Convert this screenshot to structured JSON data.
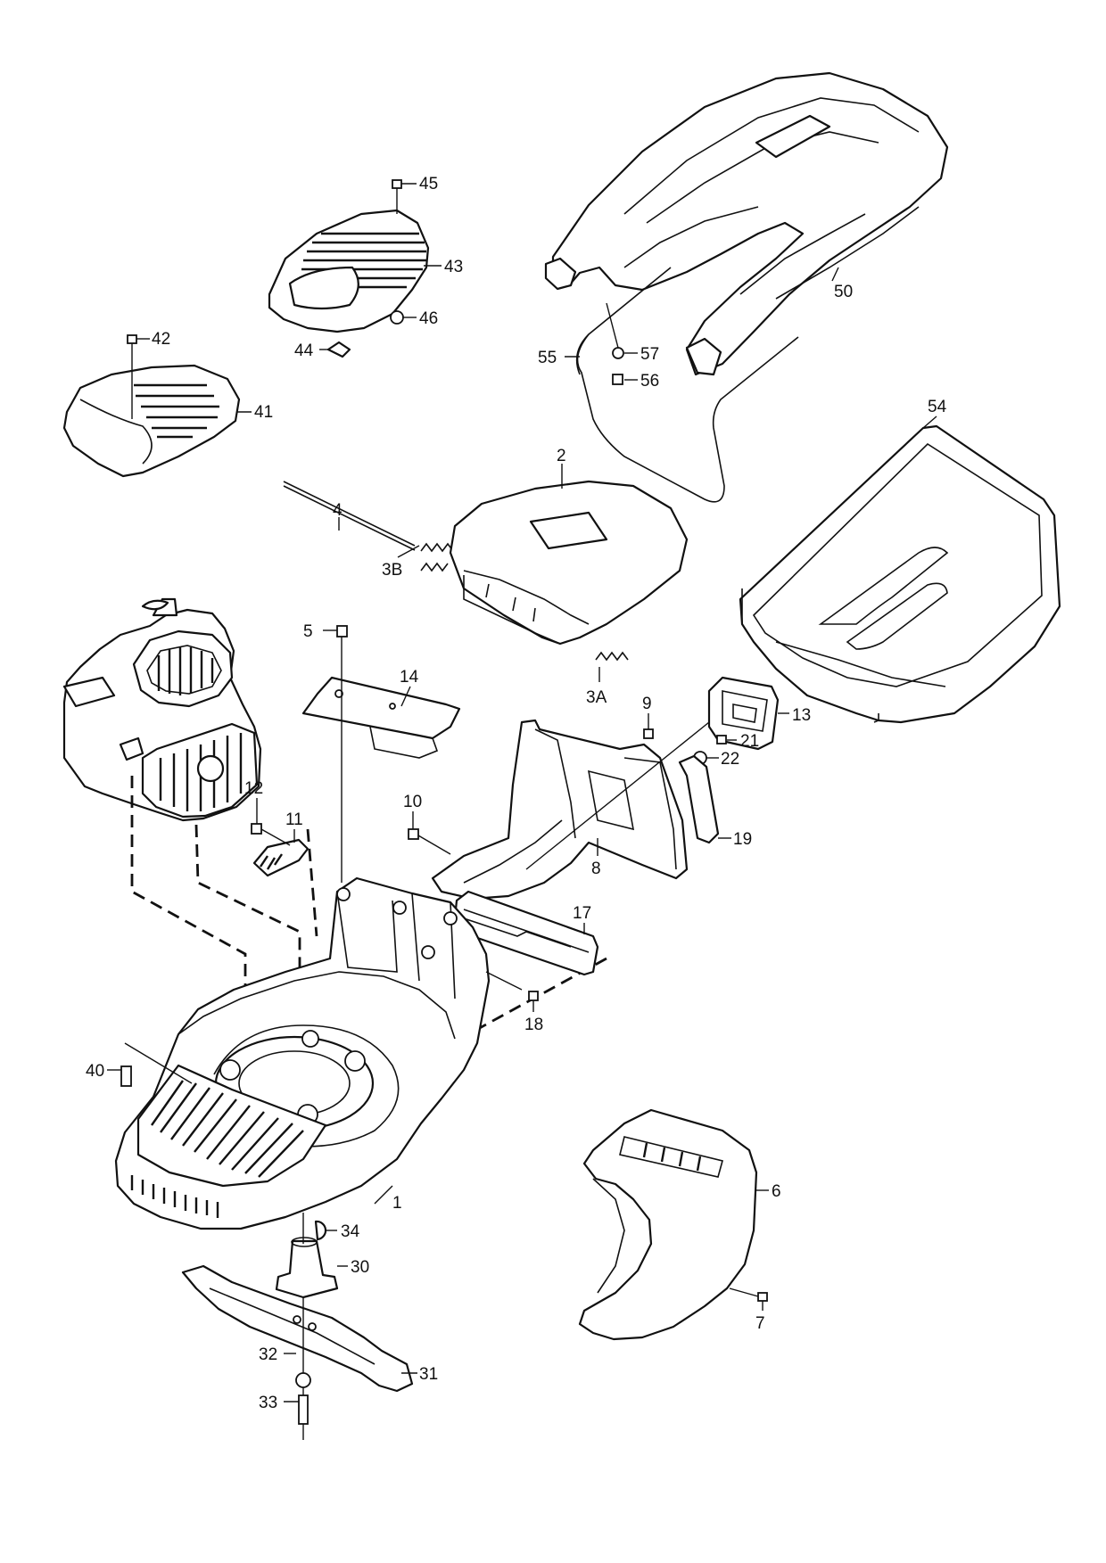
{
  "diagram": {
    "callouts": [
      "1",
      "2",
      "3A",
      "3B",
      "4",
      "5",
      "6",
      "7",
      "8",
      "9",
      "10",
      "11",
      "12",
      "13",
      "14",
      "17",
      "18",
      "19",
      "21",
      "22",
      "30",
      "31",
      "32",
      "33",
      "34",
      "40",
      "41",
      "42",
      "43",
      "44",
      "45",
      "46",
      "50",
      "54",
      "55",
      "56",
      "57"
    ],
    "colors": {
      "ink": "#111111",
      "paper": "#ffffff"
    }
  }
}
